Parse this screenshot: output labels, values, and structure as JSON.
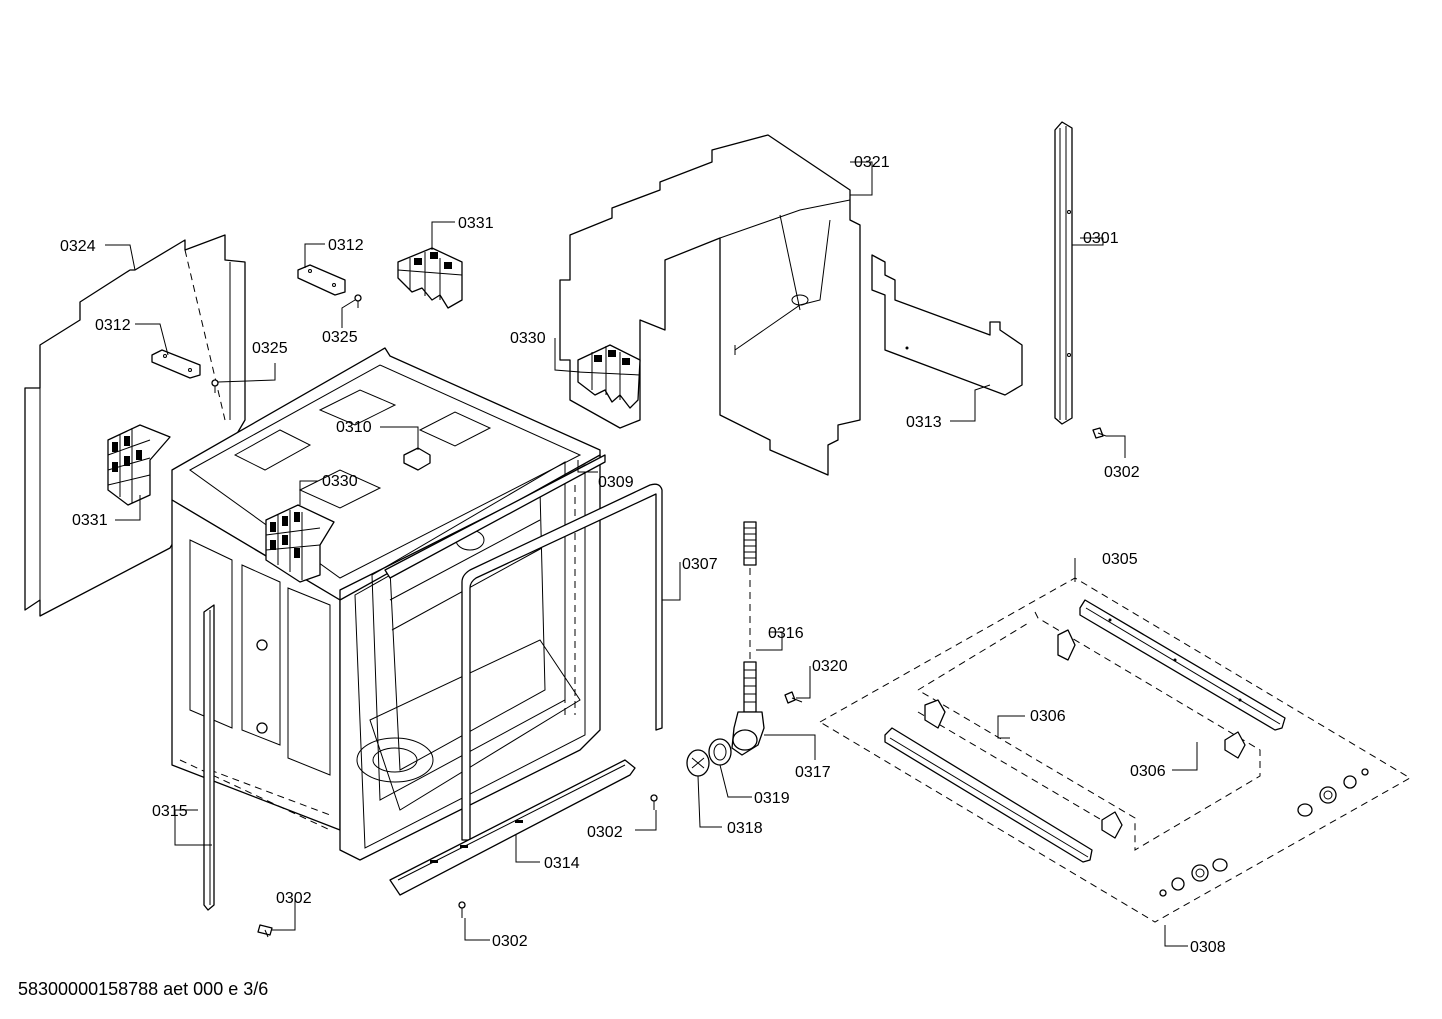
{
  "document_code": "58300000158788 aet 000 e 3/6",
  "parts": {
    "p0301": "0301",
    "p0302a": "0302",
    "p0302b": "0302",
    "p0302c": "0302",
    "p0302d": "0302",
    "p0305": "0305",
    "p0306a": "0306",
    "p0306b": "0306",
    "p0307": "0307",
    "p0308": "0308",
    "p0309": "0309",
    "p0310": "0310",
    "p0312a": "0312",
    "p0312b": "0312",
    "p0313": "0313",
    "p0314": "0314",
    "p0315": "0315",
    "p0316": "0316",
    "p0317": "0317",
    "p0318": "0318",
    "p0319": "0319",
    "p0320": "0320",
    "p0321": "0321",
    "p0324": "0324",
    "p0325a": "0325",
    "p0325b": "0325",
    "p0330a": "0330",
    "p0330b": "0330",
    "p0331a": "0331",
    "p0331b": "0331"
  }
}
